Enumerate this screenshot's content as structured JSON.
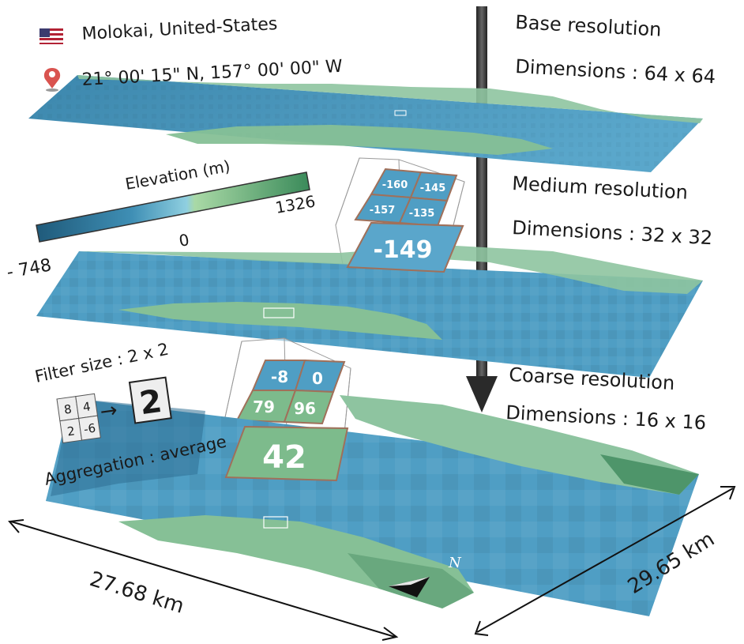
{
  "location": {
    "name": "Molokai, United-States",
    "coordinates": "21° 00' 15\" N, 157° 00' 00\" W",
    "flag_icon": "us-flag-icon",
    "pin_icon": "map-pin-icon"
  },
  "colorbar": {
    "title": "Elevation (m)",
    "min_label": "- 748",
    "zero_label": "0",
    "max_label": "1326",
    "min": -748,
    "max": 1326,
    "colors": [
      "#1f5a7a",
      "#3f8fb5",
      "#8fcfe0",
      "#a9d9a6",
      "#3a8a5a"
    ]
  },
  "levels": [
    {
      "title": "Base resolution",
      "dimensions": "Dimensions : 64 x 64"
    },
    {
      "title": "Medium resolution",
      "dimensions": "Dimensions : 32 x 32"
    },
    {
      "title": "Coarse resolution",
      "dimensions": "Dimensions : 16 x 16"
    }
  ],
  "upper_pooling": {
    "cells": [
      "-160",
      "-145",
      "-157",
      "-135"
    ],
    "result": "-149"
  },
  "lower_pooling": {
    "cells": [
      "-8",
      "0",
      "79",
      "96"
    ],
    "result": "42"
  },
  "filter": {
    "size_label": "Filter size : 2 x 2",
    "cells": [
      "8",
      "4",
      "2",
      "-6"
    ],
    "arrow": "→",
    "result": "2",
    "aggregation_label": "Aggregation : average"
  },
  "dimensions": {
    "width_label": "27.68 km",
    "height_label": "29.65 km"
  },
  "compass": {
    "label": "N",
    "icon": "north-arrow-icon"
  },
  "palette": {
    "water": "#4f9ec4",
    "water_deep": "#2f6f93",
    "land": "#7dbb8c",
    "land_light": "#9fd0a2",
    "land_dark": "#3f8a5c"
  }
}
